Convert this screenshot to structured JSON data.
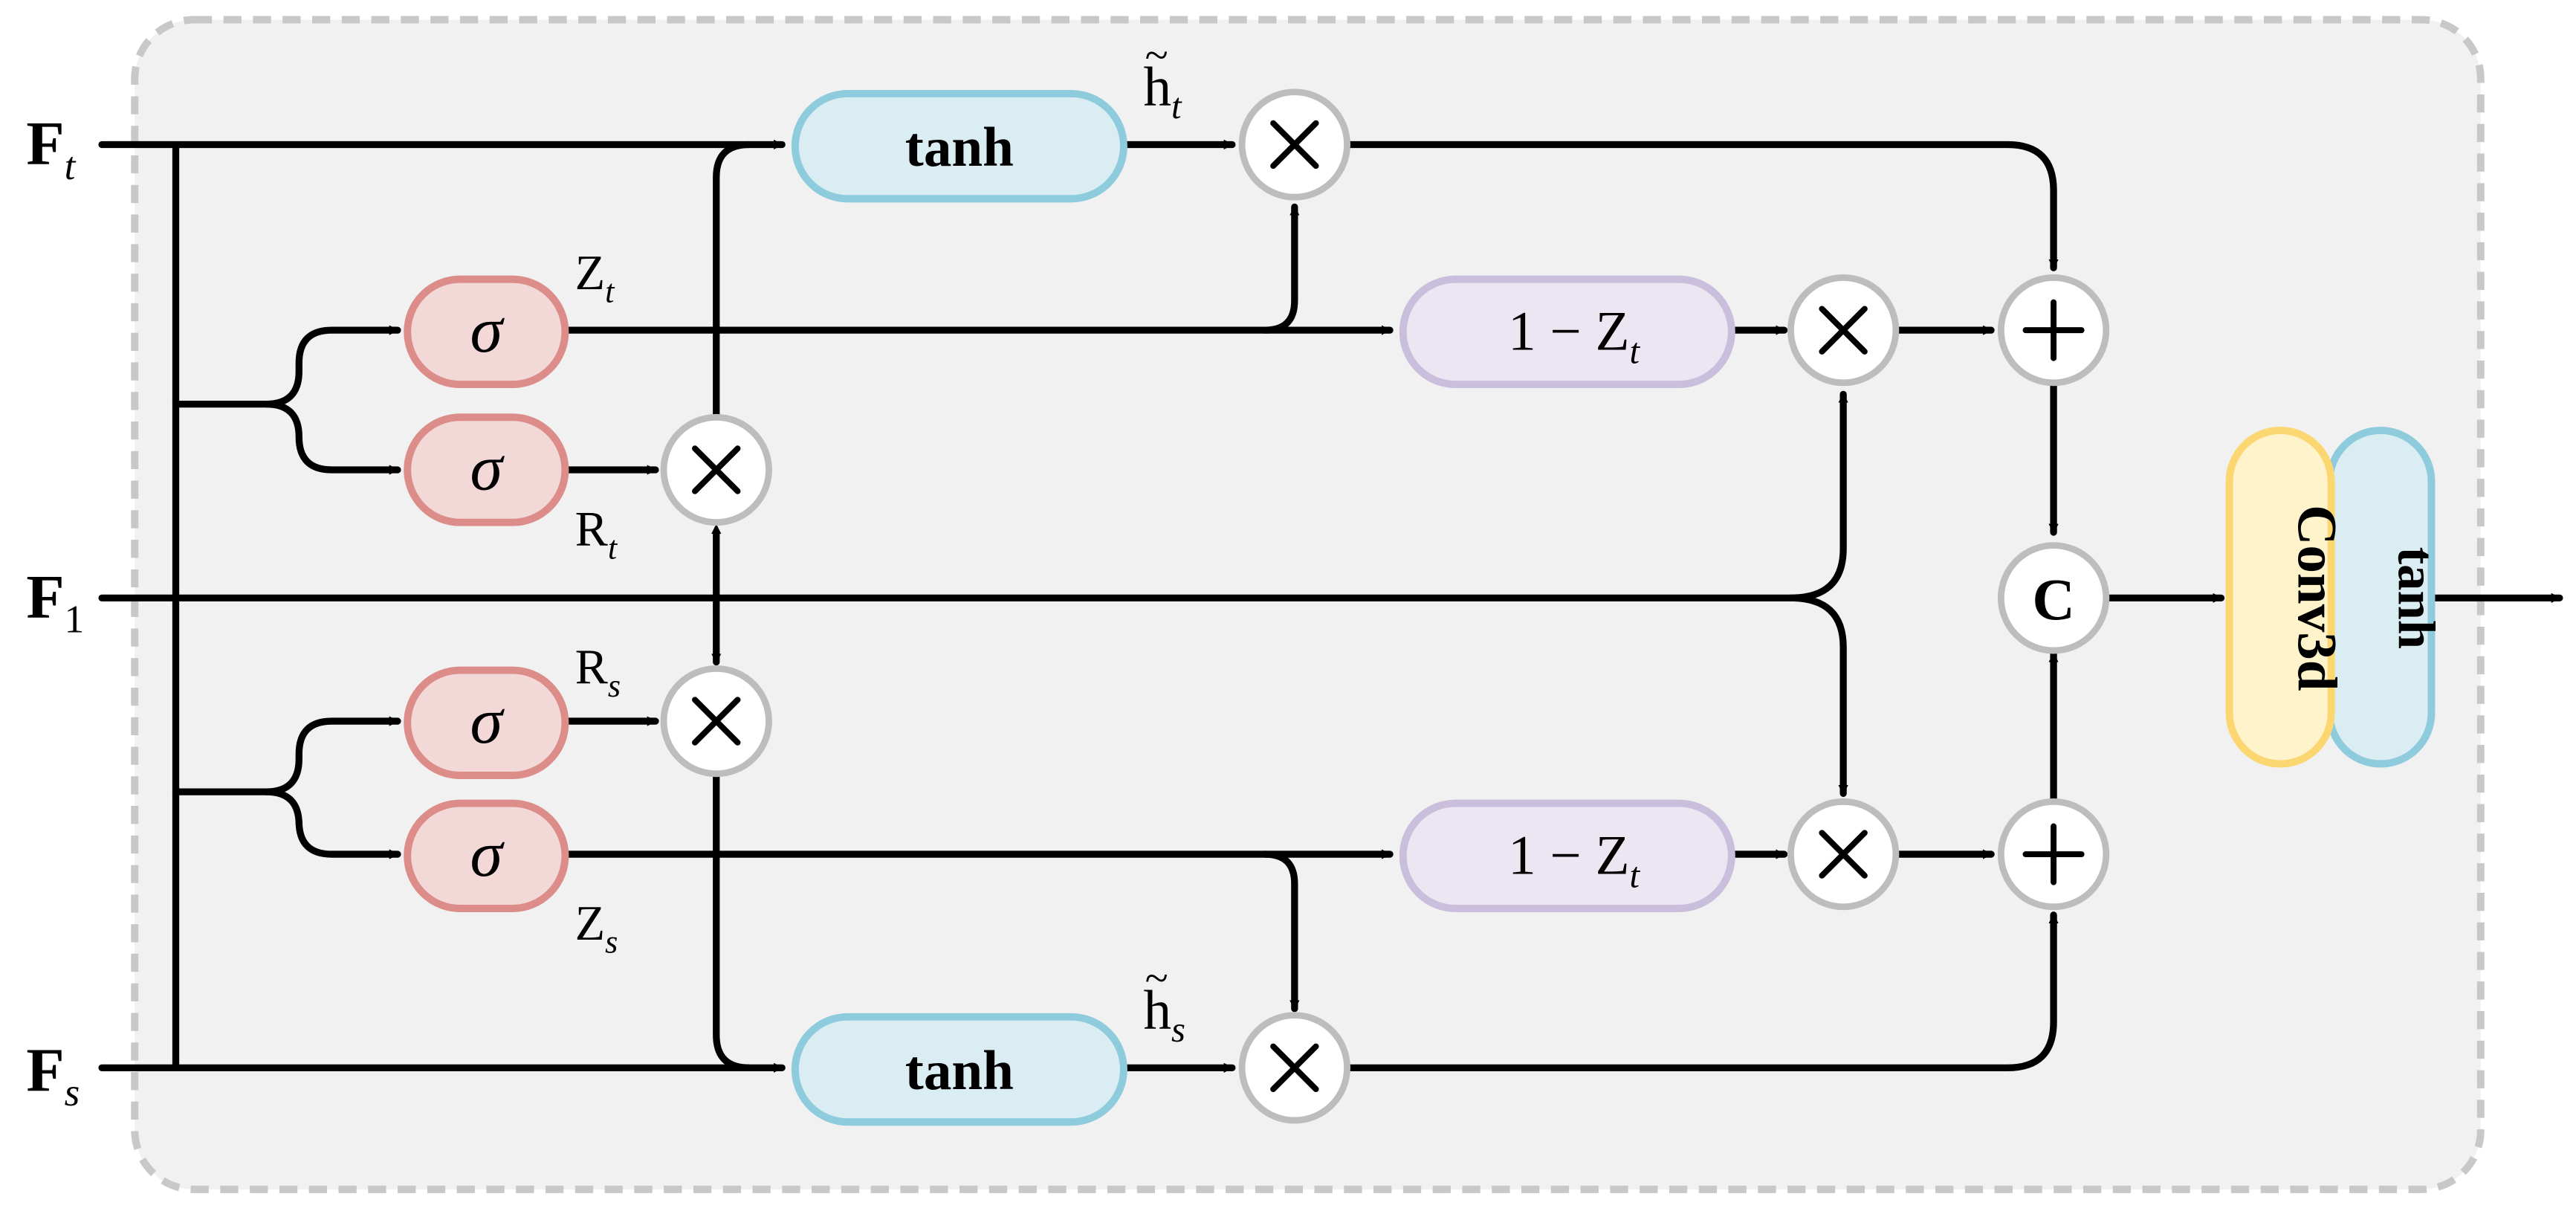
{
  "inputs": {
    "f_t": {
      "base": "F",
      "sub": "t"
    },
    "f_1": {
      "base": "F",
      "sub": "1"
    },
    "f_s": {
      "base": "F",
      "sub": "s"
    }
  },
  "blocks": {
    "sigma_symbol": "σ",
    "tanh_label": "tanh",
    "one_minus_prefix": "1 − ",
    "one_minus_var": "Z",
    "one_minus_sub": "t",
    "conv3d_label": "Conv3d",
    "output_tanh_label": "tanh"
  },
  "signals": {
    "z_t": {
      "base": "Z",
      "sub": "t"
    },
    "r_t": {
      "base": "R",
      "sub": "t"
    },
    "r_s": {
      "base": "R",
      "sub": "s"
    },
    "z_s": {
      "base": "Z",
      "sub": "s"
    },
    "h_t": {
      "base": "h",
      "sub": "t",
      "accent": "~"
    },
    "h_s": {
      "base": "h",
      "sub": "s",
      "accent": "~"
    }
  },
  "operators": {
    "multiply": "×",
    "add": "+",
    "concat": "C"
  },
  "colors": {
    "panel_fill": "#f1f1f1",
    "panel_border": "#c8c8c8",
    "sigma_fill": "#f2d8d6",
    "sigma_border": "#dc8c89",
    "tanh_fill": "#daedf2",
    "tanh_border": "#8ecbdd",
    "one_minus_fill": "#ebe6f1",
    "one_minus_border": "#c9bedc",
    "conv3d_fill": "#fff3cc",
    "conv3d_border": "#fcd771",
    "node_border": "#bdbdbd"
  }
}
